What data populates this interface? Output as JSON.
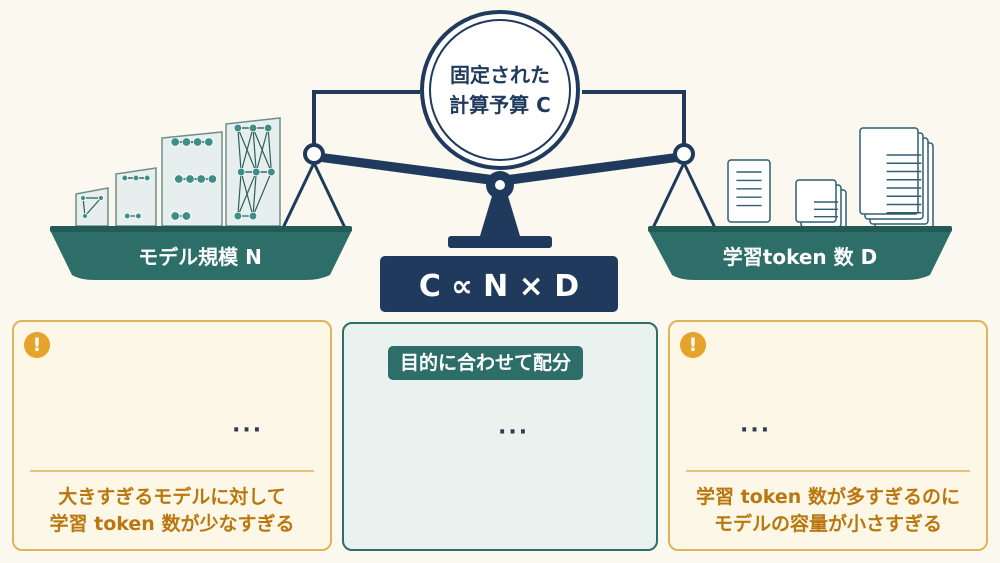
{
  "budget": {
    "line1": "固定された",
    "line2": "計算予算 C"
  },
  "left_pan_label": "モデル規模 N",
  "right_pan_label": "学習token 数 D",
  "formula": "C ∝ N × D",
  "panels": [
    {
      "caption_line1": "大きすぎるモデルに対して",
      "caption_line2": "学習 token 数が少なすぎる",
      "warning_icon": "!",
      "ellipsis": "···"
    },
    {
      "tag": "目的に合わせて配分",
      "ellipsis": "···"
    },
    {
      "caption_line1": "学習 token 数が多すぎるのに",
      "caption_line2": "モデルの容量が小さすぎる",
      "warning_icon": "!",
      "ellipsis": "···"
    }
  ],
  "colors": {
    "navy": "#1F3A5C",
    "teal": "#2E6E69",
    "amber": "#E5A32A",
    "cream": "#FBF8EF",
    "node": "#3E8E88"
  },
  "icons": [
    "warning-icon",
    "neural-network-icon",
    "document-stack-icon",
    "balance-scale-icon"
  ]
}
